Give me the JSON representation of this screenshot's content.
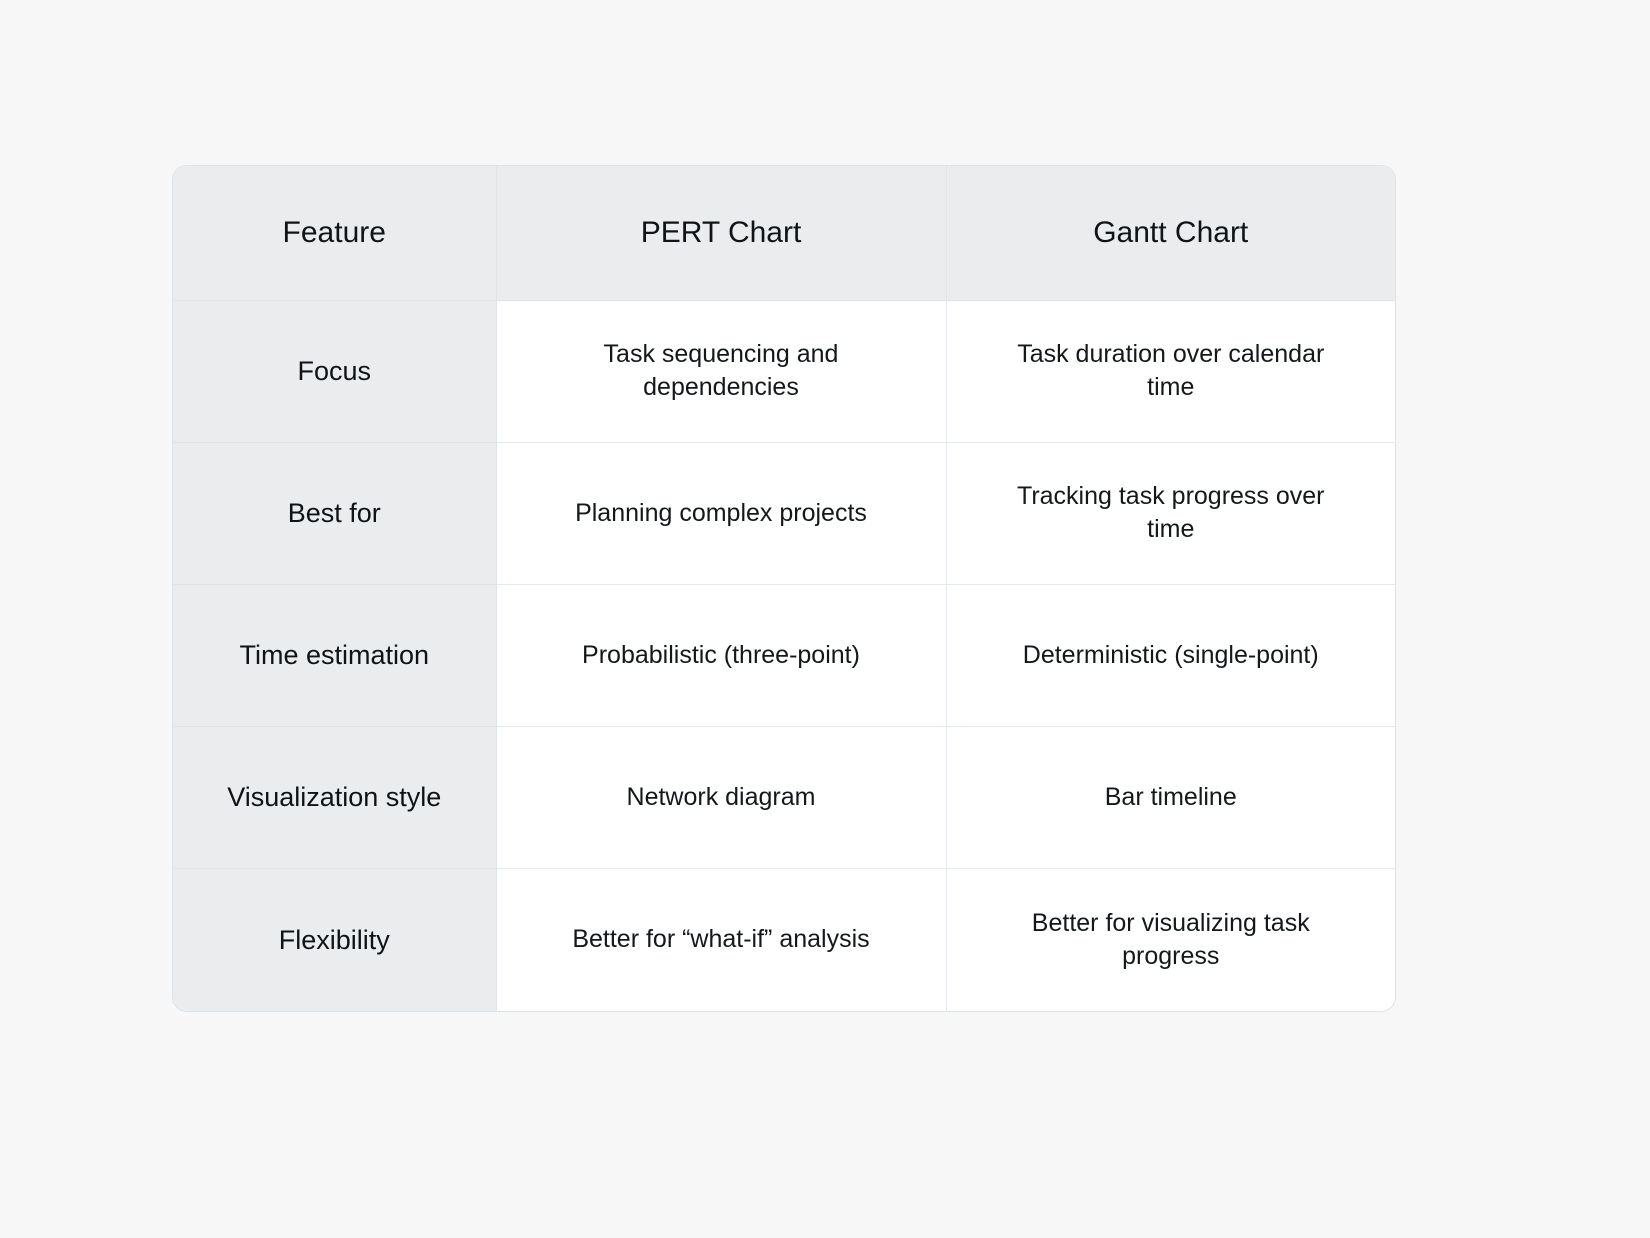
{
  "background_color": "#f7f7f7",
  "table": {
    "name": "pert-vs-gantt-comparison-table",
    "header_background": "#eaecee",
    "body_background": "#ffffff",
    "border_color": "#dde2e7",
    "columns": [
      {
        "key": "feature",
        "label": "Feature"
      },
      {
        "key": "pert",
        "label": "PERT Chart"
      },
      {
        "key": "gantt",
        "label": "Gantt Chart"
      }
    ],
    "rows": [
      {
        "feature": "Focus",
        "pert": "Task sequencing and dependencies",
        "gantt": "Task duration over calendar time"
      },
      {
        "feature": "Best for",
        "pert": "Planning complex projects",
        "gantt": "Tracking task progress over time"
      },
      {
        "feature": "Time estimation",
        "pert": "Probabilistic (three-point)",
        "gantt": "Deterministic (single-point)"
      },
      {
        "feature": "Visualization style",
        "pert": "Network diagram",
        "gantt": "Bar timeline"
      },
      {
        "feature": "Flexibility",
        "pert": "Better for “what-if” analysis",
        "gantt": "Better for visualizing task progress"
      }
    ]
  }
}
